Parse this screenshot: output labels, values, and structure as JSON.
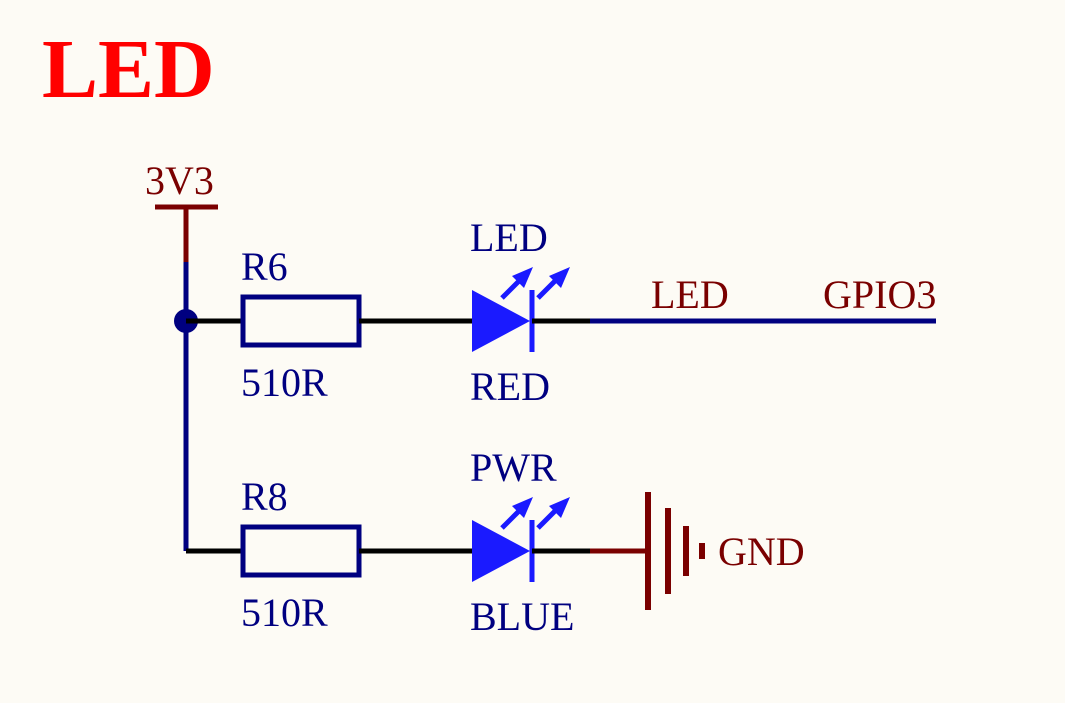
{
  "title": "LED",
  "power": {
    "label": "3V3"
  },
  "row1": {
    "resistor": {
      "ref": "R6",
      "value": "510R"
    },
    "led": {
      "ref": "LED",
      "color": "RED"
    },
    "net": {
      "name": "LED",
      "pin": "GPIO3"
    }
  },
  "row2": {
    "resistor": {
      "ref": "R8",
      "value": "510R"
    },
    "led": {
      "ref": "PWR",
      "color": "BLUE"
    },
    "ground": {
      "label": "GND"
    }
  },
  "colors": {
    "title": "#ff0000",
    "power_net": "#7a0000",
    "component": "#000080",
    "wire": "#000000",
    "led_fill": "#1a1aff",
    "background": "#fdfbf5"
  }
}
